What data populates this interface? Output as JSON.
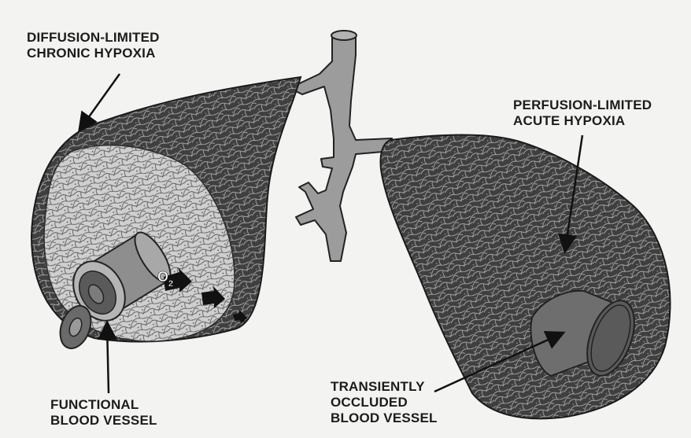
{
  "labels": {
    "diffusion": {
      "line1": "DIFFUSION-LIMITED",
      "line2": "CHRONIC HYPOXIA"
    },
    "perfusion": {
      "line1": "PERFUSION-LIMITED",
      "line2": "ACUTE HYPOXIA"
    },
    "functional": {
      "line1": "FUNCTIONAL",
      "line2": "BLOOD VESSEL"
    },
    "occluded": {
      "line1": "TRANSIENTLY",
      "line2": "OCCLUDED",
      "line3": "BLOOD VESSEL"
    },
    "oxygen": {
      "symbol": "O",
      "subscript": "2"
    }
  },
  "colors": {
    "background": "#f3f3f1",
    "tumor_dark": "#3f3f3f",
    "tumor_light": "#cfcfcf",
    "vessel_tree": "#9c9c9c",
    "vessel_gray": "#8e8e8e",
    "vessel_lumen": "#5a5a5a",
    "arrow": "#111111"
  }
}
